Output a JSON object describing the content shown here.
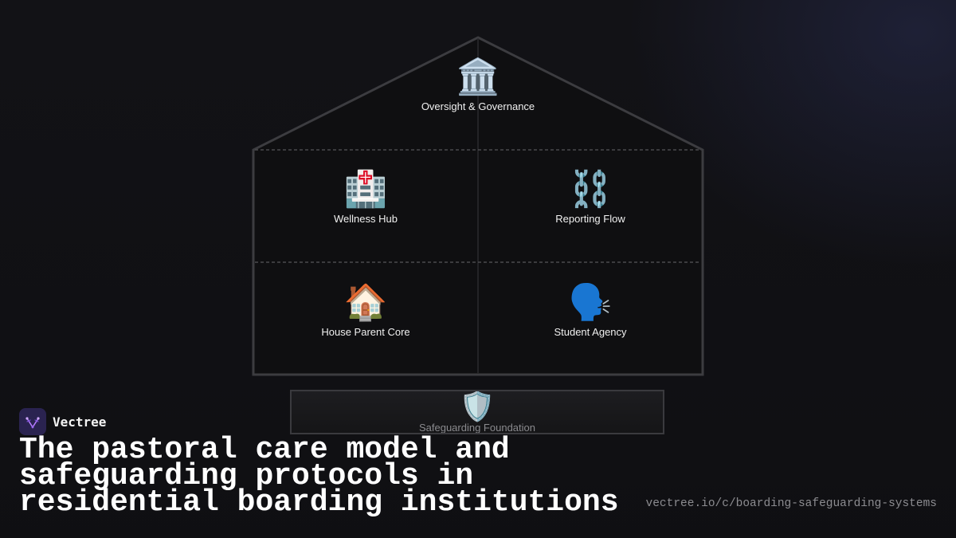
{
  "diagram": {
    "roof": {
      "icon": "🏛️",
      "icon_name": "classical-building-icon",
      "label": "Oversight & Governance"
    },
    "rooms": [
      {
        "icon": "🏥",
        "icon_name": "hospital-icon",
        "label": "Wellness Hub"
      },
      {
        "icon": "⛓️",
        "icon_name": "chains-icon",
        "label": "Reporting Flow"
      },
      {
        "icon": "🏠",
        "icon_name": "house-icon",
        "label": "House Parent Core"
      },
      {
        "icon": "🗣️",
        "icon_name": "speaking-head-icon",
        "label": "Student Agency"
      }
    ],
    "foundation": {
      "icon": "🛡️",
      "icon_name": "shield-icon",
      "label": "Safeguarding Foundation"
    }
  },
  "brand": {
    "name": "Vectree",
    "logo_icon": "vectree-logo-icon",
    "logo_color": "#2a2350",
    "accent": "#b47cff"
  },
  "headline": "The pastoral care model and safeguarding protocols in residential boarding institutions",
  "source_url": "vectree.io/c/boarding-safeguarding-systems",
  "colors": {
    "background": "#121216",
    "outline": "#3c3c40",
    "divider": "#4a4a4e"
  }
}
